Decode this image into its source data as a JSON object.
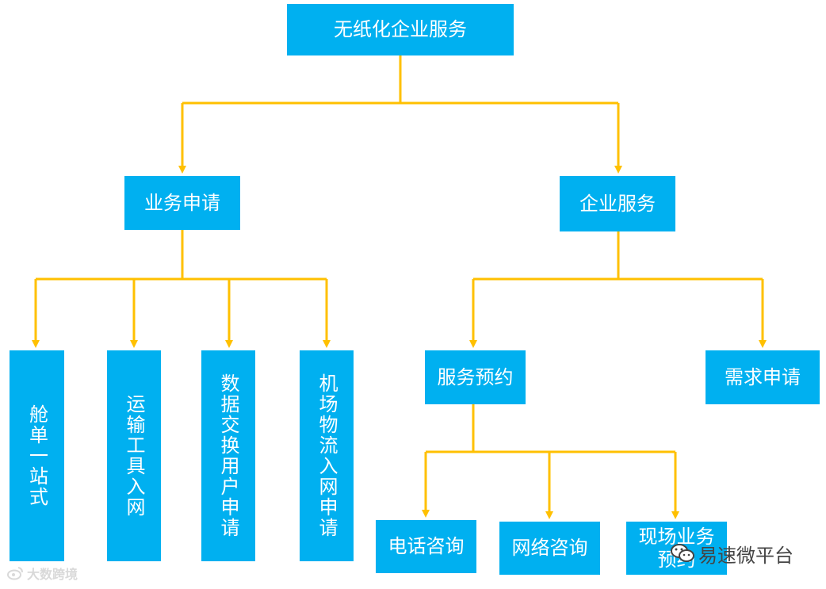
{
  "root": {
    "label": "无纸化企业服务"
  },
  "level1": {
    "left": {
      "label": "业务申请"
    },
    "right": {
      "label": "企业服务"
    }
  },
  "business_children": [
    {
      "label": "舱单一站式"
    },
    {
      "label": "运输工具入网"
    },
    {
      "label": "数据交换用户申请"
    },
    {
      "label": "机场物流入网申请"
    }
  ],
  "enterprise_children": [
    {
      "label": "服务预约"
    },
    {
      "label": "需求申请"
    }
  ],
  "appointment_children": [
    {
      "label": "电话咨询"
    },
    {
      "label": "网络咨询"
    },
    {
      "label": "现场业务预约"
    }
  ],
  "watermarks": {
    "left": "大数跨境",
    "right": "易速微平台"
  },
  "colors": {
    "box": "#00B0F0",
    "connector": "#FFC000",
    "text": "#FFFFFF"
  }
}
